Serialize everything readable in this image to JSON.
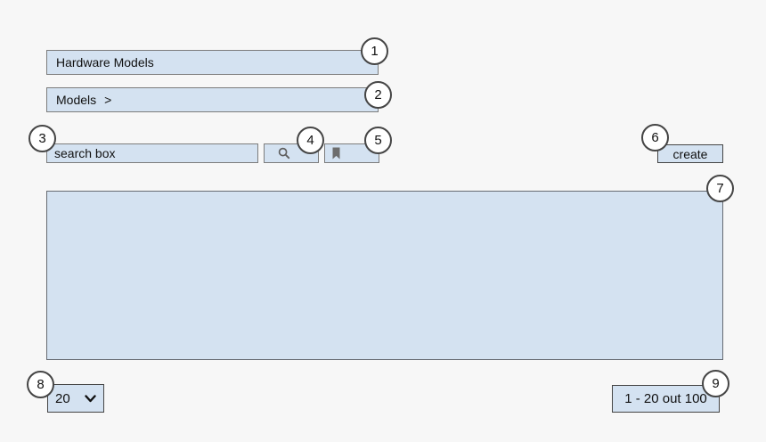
{
  "title_bar": {
    "label": "Hardware Models"
  },
  "breadcrumb": {
    "label": "Models",
    "separator": ">"
  },
  "search": {
    "value": "search box"
  },
  "actions": {
    "create_label": "create"
  },
  "pagination": {
    "page_size": "20",
    "range_label": "1 - 20 out 100"
  },
  "callouts": [
    "1",
    "2",
    "3",
    "4",
    "5",
    "6",
    "7",
    "8",
    "9"
  ],
  "icons": {
    "search": "magnifier",
    "bookmark": "bookmark",
    "page_size": "chevron-down"
  },
  "colors": {
    "page_background": "#f7f7f7",
    "box_fill": "#d4e2f1",
    "box_border": "#7c7c7c",
    "dark_border": "#454545",
    "icon_gray": "#666666"
  }
}
